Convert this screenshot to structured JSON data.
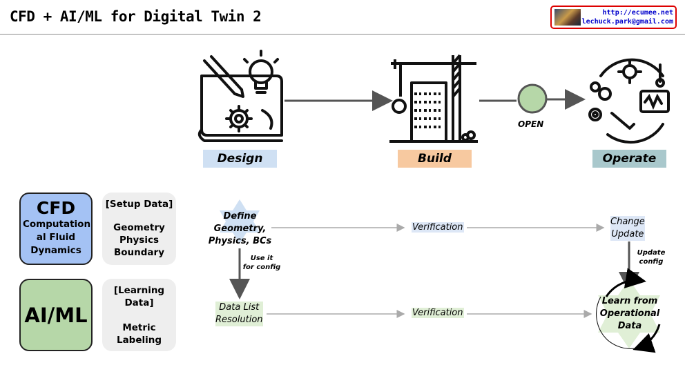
{
  "header": {
    "title": "CFD + AI/ML for Digital Twin 2",
    "badge_line1": "http://ecumee.net",
    "badge_line2": "lechuck.park@gmail.com"
  },
  "stages": {
    "design": "Design",
    "build": "Build",
    "operate": "Operate",
    "open": "OPEN"
  },
  "cfd_box": {
    "title": "CFD",
    "sub_line1": "Computation",
    "sub_line2": "al Fluid",
    "sub_line3": "Dynamics"
  },
  "setup_box": {
    "title": "[Setup Data]",
    "item1": "Geometry",
    "item2": "Physics",
    "item3": "Boundary"
  },
  "aiml_box": {
    "title": "AI/ML"
  },
  "learning_box": {
    "title_line1": "[Learning",
    "title_line2": "Data]",
    "item1": "Metric",
    "item2": "Labeling"
  },
  "flow": {
    "define_line1": "Define",
    "define_line2": "Geometry,",
    "define_line3": "Physics, BCs",
    "verification_top": "Verification",
    "change_line1": "Change",
    "change_line2": "Update",
    "use_line1": "Use it",
    "use_line2": "for config",
    "update_line1": "Update",
    "update_line2": "config",
    "datalist_line1": "Data List",
    "datalist_line2": "Resolution",
    "verification_bottom": "Verification",
    "learn_line1": "Learn from",
    "learn_line2": "Operational",
    "learn_line3": "Data"
  },
  "colors": {
    "design": "#cfe0f3",
    "build": "#f7c9a0",
    "operate": "#a9c8cc",
    "cfd": "#a4c2f4",
    "aiml": "#b6d7a8",
    "open_circle": "#b6d7a8"
  }
}
